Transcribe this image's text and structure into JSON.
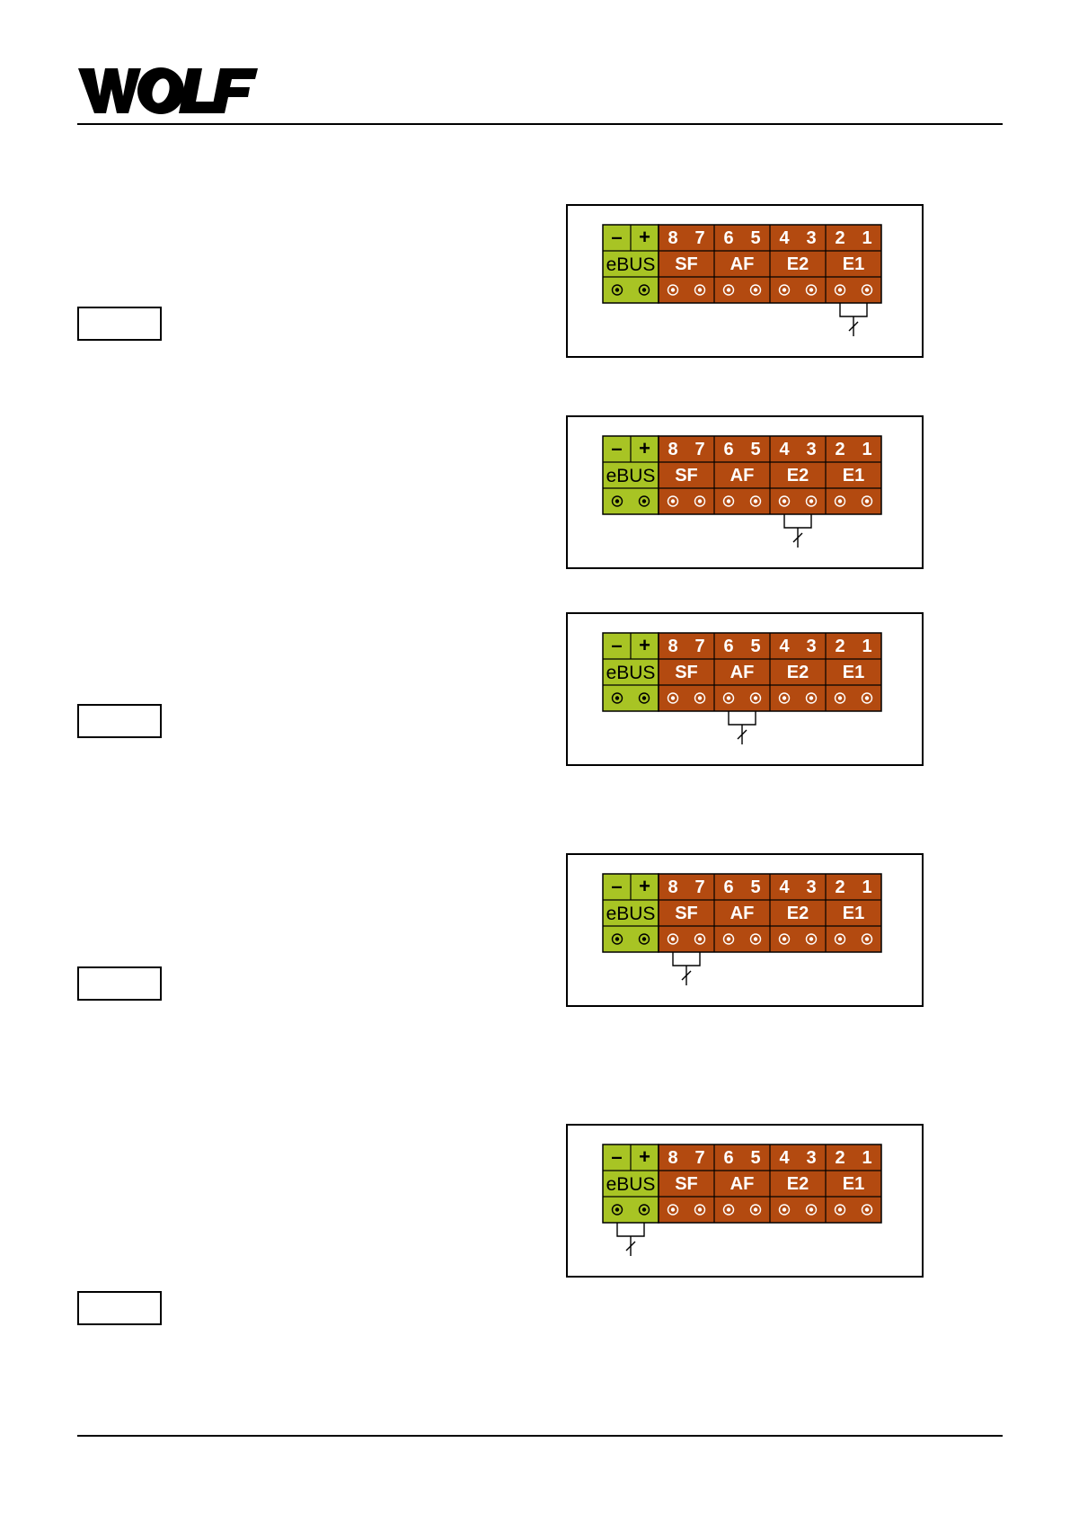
{
  "brand": {
    "logo_text": "WOLF"
  },
  "colors": {
    "bus_block": "#a8c424",
    "sensor_block": "#b34a10",
    "line": "#000000"
  },
  "terminal": {
    "bus_polarity": [
      "–",
      "+"
    ],
    "bus_label": "eBUS",
    "terminal_numbers": [
      "8",
      "7",
      "6",
      "5",
      "4",
      "3",
      "2",
      "1"
    ],
    "groups": [
      "SF",
      "AF",
      "E2",
      "E1"
    ]
  },
  "diagrams": [
    {
      "bridged": "E1"
    },
    {
      "bridged": "E2"
    },
    {
      "bridged": "AF"
    },
    {
      "bridged": "SF"
    },
    {
      "bridged": "eBUS"
    }
  ],
  "side_boxes": 4
}
